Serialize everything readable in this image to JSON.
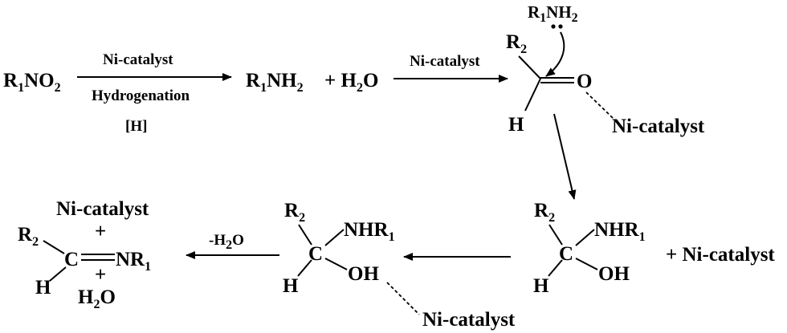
{
  "reaction_1": {
    "reactant": {
      "main": "R",
      "sub": "1",
      "rest": "NO",
      "sub2": "2"
    },
    "above": "Ni-catalyst",
    "below": "Hydrogenation",
    "below2": "[H]",
    "product_amine": {
      "main": "R",
      "sub": "1",
      "rest": "NH",
      "sub2": "2"
    },
    "plus_water": {
      "prefix": "+ H",
      "sub": "2",
      "suffix": "O"
    }
  },
  "reaction_2": {
    "above": "Ni-catalyst",
    "attacking_amine": {
      "main": "R",
      "sub": "1",
      "rest": "NH",
      "sub2": "2"
    },
    "aldehyde": {
      "r_main": "R",
      "r_sub": "2",
      "o": "O",
      "h": "H"
    },
    "coordinated_catalyst": "Ni-catalyst"
  },
  "intermediate_1": {
    "r_main": "R",
    "r_sub": "2",
    "c": "C",
    "h": "H",
    "nhr_main": "NHR",
    "nhr_sub": "1",
    "oh": "OH",
    "plus_catalyst": "+ Ni-catalyst"
  },
  "intermediate_2": {
    "r_main": "R",
    "r_sub": "2",
    "c": "C",
    "h": "H",
    "nhr_main": "NHR",
    "nhr_sub": "1",
    "oh": "OH",
    "coordinated_catalyst": "Ni-catalyst"
  },
  "dehydration": {
    "prefix": "-H",
    "sub": "2",
    "suffix": "O"
  },
  "imine_product": {
    "r_main": "R",
    "r_sub": "2",
    "c": "C",
    "h": "H",
    "nr_main": "NR",
    "nr_sub": "1",
    "catalyst": "Ni-catalyst",
    "plus1": "+",
    "plus2": "+",
    "water_main": "H",
    "water_sub": "2",
    "water_suffix": "O"
  }
}
